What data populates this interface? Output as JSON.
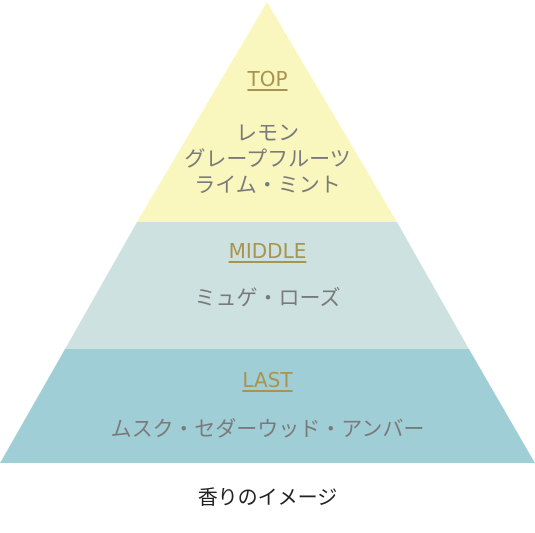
{
  "colors": {
    "top": "#f9f7bd",
    "middle": "#cde2e0",
    "last": "#a0ced6",
    "label": "#a89450",
    "notes": "#7a7a7a",
    "caption": "#222222"
  },
  "tiers": {
    "top": {
      "label": "TOP",
      "notes": [
        "レモン",
        "グレープフルーツ",
        "ライム・ミント"
      ]
    },
    "middle": {
      "label": "MIDDLE",
      "notes": [
        "ミュゲ・ローズ"
      ]
    },
    "last": {
      "label": "LAST",
      "notes": [
        "ムスク・セダーウッド・アンバー"
      ]
    }
  },
  "caption": "香りのイメージ"
}
